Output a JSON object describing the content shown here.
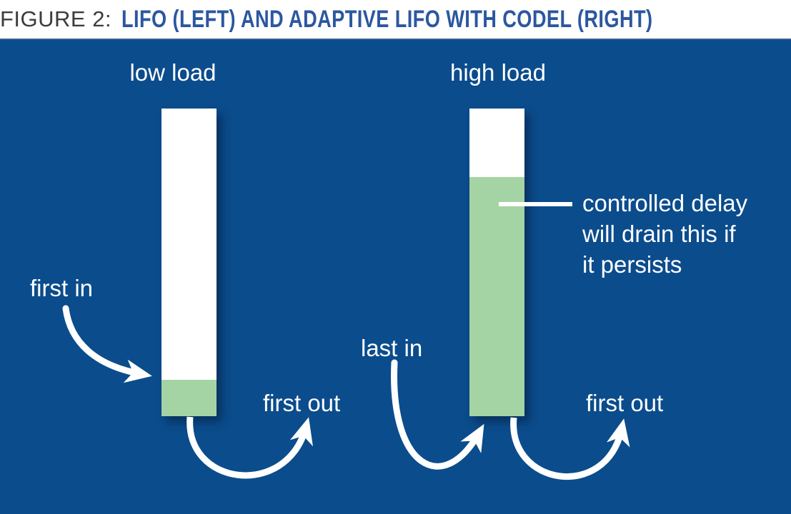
{
  "title": {
    "prefix": "FIGURE 2:",
    "text": "LIFO (LEFT) AND ADAPTIVE LIFO WITH CODEL (RIGHT)"
  },
  "colors": {
    "panel_blue": "#0b4c8c",
    "queue_green": "#a5d4a4",
    "title_blue": "#2b579f",
    "title_gray": "#3c3c3c",
    "arrow_white": "#ffffff",
    "rule_blue": "#35618f"
  },
  "diagram": {
    "left_queue": {
      "load_label": "low load",
      "in_label": "first in",
      "out_label": "first out",
      "fill_percent": 11.8
    },
    "right_queue": {
      "load_label": "high load",
      "in_label": "last in",
      "out_label": "first out",
      "fill_percent": 77.7,
      "annotation_lines": {
        "0": "controlled delay",
        "1": "will drain this if",
        "2": "it persists"
      }
    }
  }
}
